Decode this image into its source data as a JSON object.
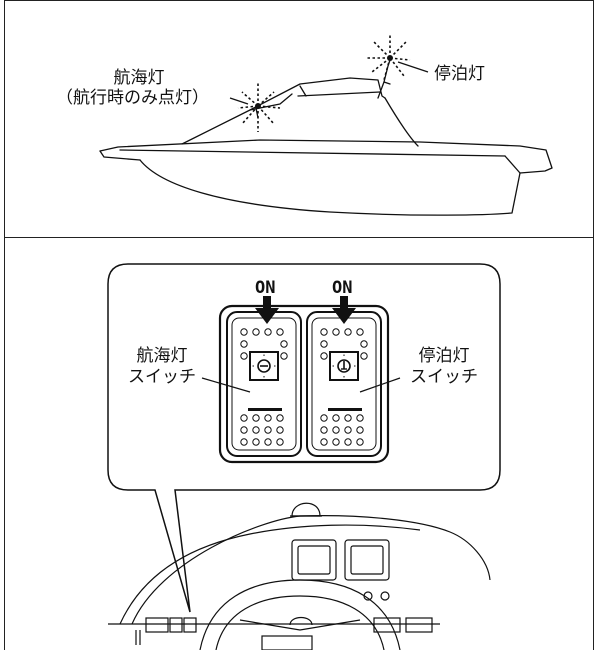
{
  "top_panel": {
    "nav_light_label_line1": "航海灯",
    "nav_light_label_line2": "（航行時のみ点灯）",
    "anchor_light_label": "停泊灯"
  },
  "bottom_panel": {
    "left_switch_on": "ON",
    "right_switch_on": "ON",
    "nav_switch_label_line1": "航海灯",
    "nav_switch_label_line2": "スイッチ",
    "anchor_switch_label_line1": "停泊灯",
    "anchor_switch_label_line2": "スイッチ"
  }
}
